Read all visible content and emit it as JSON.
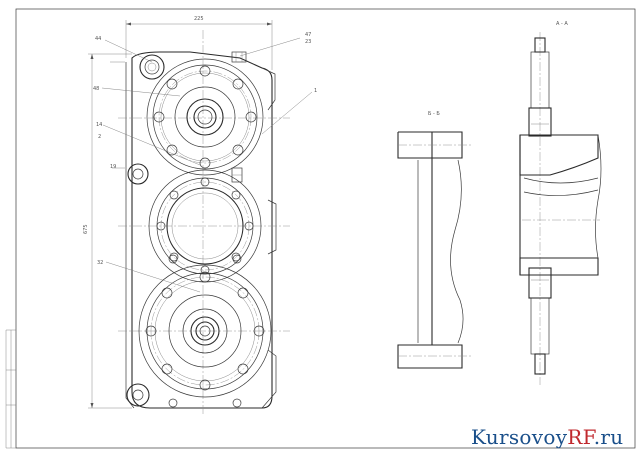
{
  "drawing": {
    "dimensions": {
      "top_width": "225",
      "left_height": "675"
    },
    "section_labels": {
      "section_bb": "Б - Б",
      "section_aa": "А - А"
    },
    "leaders": {
      "l44": "44",
      "l47": "47",
      "l23": "23",
      "l48": "48",
      "l1": "1",
      "l14": "14",
      "l2": "2",
      "l19": "19",
      "l32": "32"
    }
  },
  "watermark": {
    "brand_a": "Kursovoy",
    "brand_b": "RF",
    "brand_c": ".ru"
  }
}
